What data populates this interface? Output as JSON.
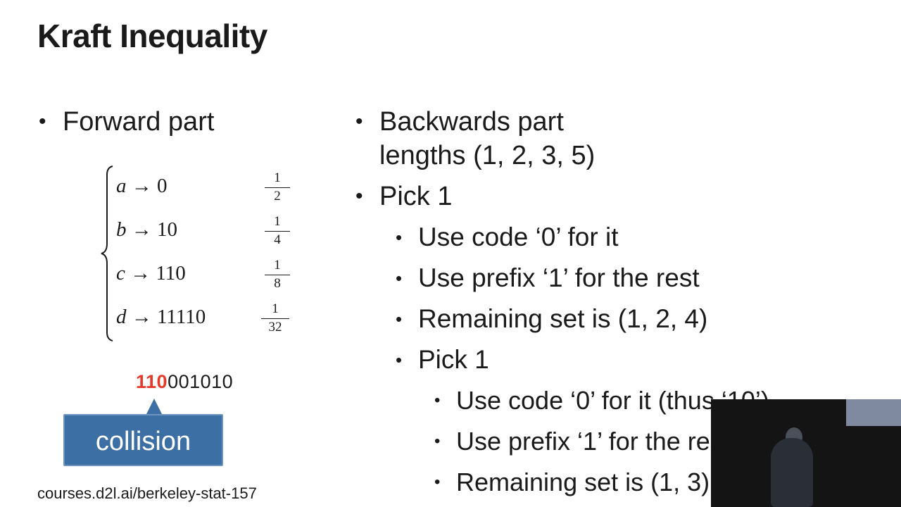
{
  "slide": {
    "title": "Kraft Inequality",
    "footer": "courses.d2l.ai/berkeley-stat-157"
  },
  "left": {
    "heading": "Forward part",
    "code_table": [
      {
        "symbol": "a",
        "arrow": "→",
        "code": "0",
        "num": "1",
        "den": "2"
      },
      {
        "symbol": "b",
        "arrow": "→",
        "code": "10",
        "num": "1",
        "den": "4"
      },
      {
        "symbol": "c",
        "arrow": "→",
        "code": "110",
        "num": "1",
        "den": "8"
      },
      {
        "symbol": "d",
        "arrow": "→",
        "code": "11110",
        "num": "1",
        "den": "32"
      }
    ],
    "bitstring": {
      "highlighted": "110",
      "rest": "001010"
    },
    "callout": "collision"
  },
  "right": {
    "b1_line1": "Backwards part",
    "b1_line2": "lengths (1, 2, 3, 5)",
    "b2": "Pick 1",
    "b2_1": "Use code ‘0’ for it",
    "b2_2": "Use prefix ‘1’ for the rest",
    "b2_3": "Remaining set is (1, 2, 4)",
    "b2_4": "Pick 1",
    "b3_1": "Use code ‘0’ for it (thus ‘10’)",
    "b3_2": "Use prefix ‘1’ for the rest",
    "b3_3": "Remaining set is (1, 3)"
  },
  "icons": {
    "bullet": "bullet-dot-icon"
  }
}
